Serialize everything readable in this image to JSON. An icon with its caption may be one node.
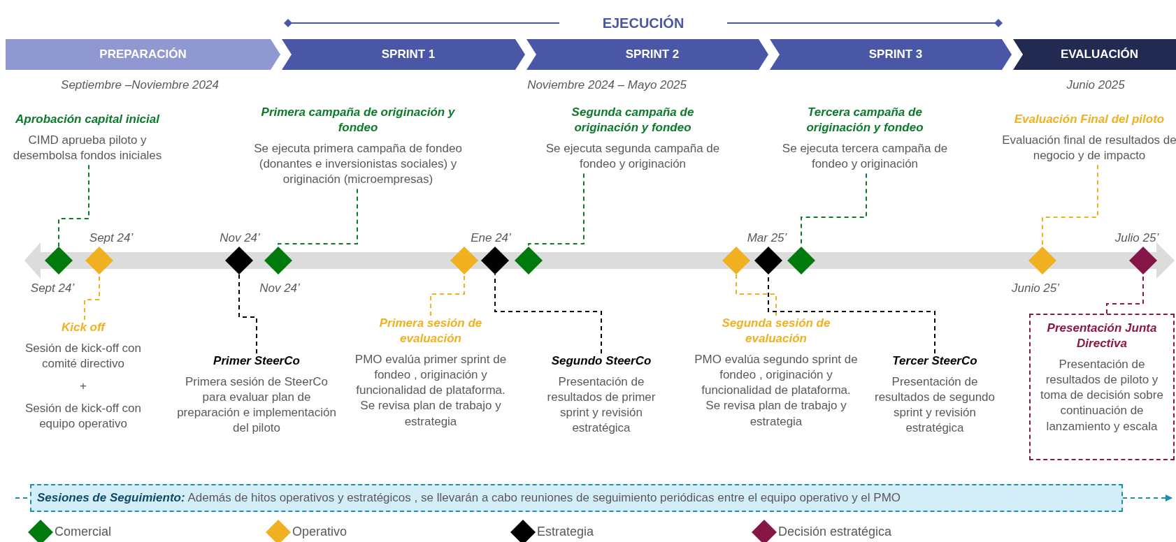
{
  "diagram": {
    "nodes": [
      {
        "text": [
          "PREPARACIÓN"
        ],
        "beside": [
          "Septiembre –Noviembre 2024"
        ]
      },
      {
        "text": [
          "SPRINT 1"
        ]
      },
      {
        "text": [
          "SPRINT 2"
        ],
        "beside": [
          "Noviembre 2024 – Mayo 2025"
        ]
      },
      {
        "text": [
          "SPRINT 3"
        ]
      },
      {
        "text": [
          "EVALUACIÓN"
        ],
        "beside": [
          "Junio 2025"
        ]
      },
      {
        "text": [
          "Aprobación capital inicial",
          "CIMD aprueba piloto y desembolsa fondos iniciales"
        ]
      },
      {
        "text": [
          "Primera campaña de originación y fondeo",
          "Se ejecuta primera campaña de fondeo (donantes e inversionistas sociales) y originación (microempresas)"
        ]
      },
      {
        "text": [
          "Segunda campaña de originación y fondeo",
          "Se ejecuta segunda campaña de fondeo y originación"
        ]
      },
      {
        "text": [
          "Tercera campaña de originación y fondeo",
          "Se ejecuta tercera campaña de fondeo y originación"
        ]
      },
      {
        "text": [
          "Evaluación Final del piloto",
          "Evaluación final de resultados de negocio y de impacto"
        ]
      },
      {
        "text": [],
        "shape": "diamond",
        "beside": [
          "Sept 24’"
        ]
      },
      {
        "text": [],
        "shape": "diamond",
        "beside": [
          "Sept 24’"
        ]
      },
      {
        "text": [],
        "shape": "diamond",
        "beside": [
          "Nov 24’"
        ]
      },
      {
        "text": [],
        "shape": "diamond",
        "beside": [
          "Nov 24’"
        ]
      },
      {
        "text": [],
        "shape": "diamond"
      },
      {
        "text": [],
        "shape": "diamond",
        "beside": [
          "Ene 24’"
        ]
      },
      {
        "text": [],
        "shape": "diamond"
      },
      {
        "text": [],
        "shape": "diamond"
      },
      {
        "text": [],
        "shape": "diamond",
        "beside": [
          "Mar 25’"
        ]
      },
      {
        "text": [],
        "shape": "diamond"
      },
      {
        "text": [],
        "shape": "diamond",
        "beside": [
          "Junio 25’"
        ]
      },
      {
        "text": [],
        "shape": "diamond",
        "beside": [
          "Julio 25’"
        ]
      },
      {
        "text": [
          "Kick off",
          "Sesión de kick-off con comité directivo",
          "+",
          "Sesión de kick-off con equipo operativo"
        ]
      },
      {
        "text": [
          "Primer SteerCo",
          "Primera sesión de SteerCo para evaluar plan de preparación e implementación del piloto"
        ]
      },
      {
        "text": [
          "Primera sesión de evaluación",
          "PMO evalúa primer sprint de fondeo , originación y funcionalidad de plataforma. Se revisa plan de trabajo y estrategia"
        ]
      },
      {
        "text": [
          "Segundo SteerCo",
          "Presentación de resultados de primer sprint y revisión estratégica"
        ]
      },
      {
        "text": [
          "Segunda sesión de evaluación",
          "PMO evalúa segundo sprint de fondeo , originación y funcionalidad de plataforma. Se revisa plan de trabajo y estrategia"
        ]
      },
      {
        "text": [
          "Tercer SteerCo",
          "Presentación de resultados de segundo sprint y revisión estratégica"
        ]
      },
      {
        "text": [
          "Presentación Junta Directiva",
          "Presentación de resultados de piloto y toma de decisión sobre continuación de lanzamiento y escala"
        ]
      },
      {
        "text": [
          "**Sesiones de Seguimiento:** Además de hitos operativos y estratégicos , se llevarán a cabo reuniones de seguimiento periódicas entre el equipo operativo y el PMO"
        ]
      }
    ],
    "edges": [
      {
        "from": 5,
        "to": 10,
        "arrow": "none",
        "style": "dashed",
        "color": "#0b7a2a"
      },
      {
        "from": 6,
        "to": 13,
        "arrow": "none",
        "style": "dashed",
        "color": "#0b7a2a"
      },
      {
        "from": 7,
        "to": 16,
        "arrow": "none",
        "style": "dashed",
        "color": "#0b7a2a"
      },
      {
        "from": 8,
        "to": 19,
        "arrow": "none",
        "style": "dashed",
        "color": "#0b7a2a"
      },
      {
        "from": 9,
        "to": 20,
        "arrow": "none",
        "style": "dashed",
        "color": "#f0b020"
      },
      {
        "from": 22,
        "to": 11,
        "arrow": "none",
        "style": "dashed",
        "color": "#f0b020"
      },
      {
        "from": 23,
        "to": 12,
        "arrow": "none",
        "style": "dashed",
        "color": "#000000"
      },
      {
        "from": 24,
        "to": 14,
        "arrow": "none",
        "style": "dashed",
        "color": "#f0b020"
      },
      {
        "from": 25,
        "to": 15,
        "arrow": "none",
        "style": "dashed",
        "color": "#000000"
      },
      {
        "from": 26,
        "to": 17,
        "arrow": "none",
        "style": "dashed",
        "color": "#f0b020"
      },
      {
        "from": 27,
        "to": 18,
        "arrow": "none",
        "style": "dashed",
        "color": "#000000"
      },
      {
        "from": 28,
        "to": 21,
        "arrow": "none",
        "style": "dashed",
        "color": "#8a1846"
      },
      {
        "from": 29,
        "to": null,
        "arrow": "to",
        "style": "dashed",
        "color": "#1a8fb0"
      }
    ],
    "labels": [
      "EJECUCIÓN"
    ],
    "legend": [
      {
        "text": "Comercial",
        "color": "#007a0c"
      },
      {
        "text": "Operativo",
        "color": "#f0b020"
      },
      {
        "text": "Estrategia",
        "color": "#000000"
      },
      {
        "text": "Decisión estratégica",
        "color": "#861646"
      }
    ]
  }
}
